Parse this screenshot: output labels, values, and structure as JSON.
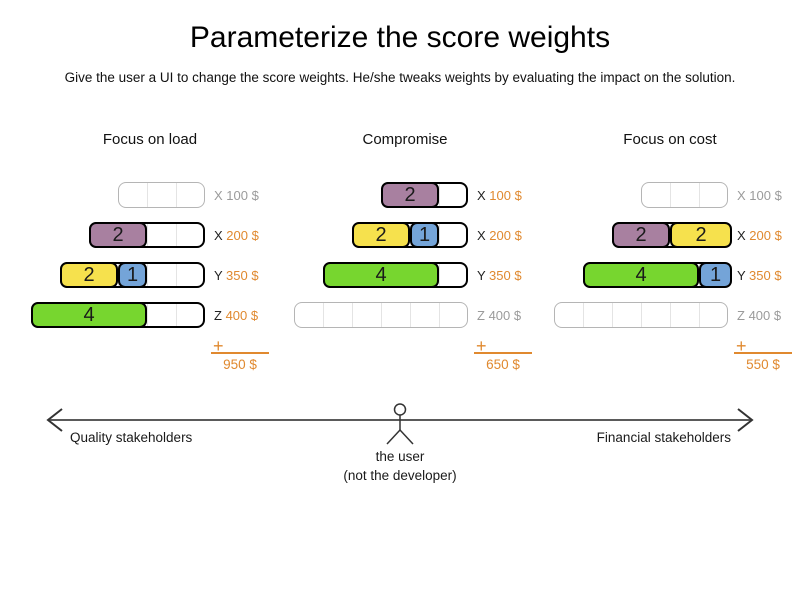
{
  "header": {
    "title": "Parameterize the score weights",
    "subtitle": "Give the user a UI to change the score weights. He/she tweaks weights by evaluating the impact on the solution."
  },
  "colors": {
    "orange": "#e0892f",
    "purple": "#a880a0",
    "yellow": "#f6e14d",
    "blue": "#74a4d8",
    "green": "#77d62f",
    "gray_text": "#9b9b9b",
    "arrow_line": "#5a5a5a",
    "figure_stroke": "#333333"
  },
  "plus_sign": "+",
  "scenarios": [
    {
      "title": "Focus on load",
      "sum": "950 $",
      "rows": [
        {
          "capacity": 3,
          "label": "X",
          "price": "100 $",
          "active": false,
          "blocks": []
        },
        {
          "capacity": 4,
          "label": "X",
          "price": "200 $",
          "active": true,
          "blocks": [
            {
              "value": "2",
              "color": "purple"
            }
          ]
        },
        {
          "capacity": 5,
          "label": "Y",
          "price": "350 $",
          "active": true,
          "blocks": [
            {
              "value": "2",
              "color": "yellow"
            },
            {
              "value": "1",
              "color": "blue"
            }
          ]
        },
        {
          "capacity": 6,
          "label": "Z",
          "price": "400 $",
          "active": true,
          "blocks": [
            {
              "value": "4",
              "color": "green"
            }
          ]
        }
      ]
    },
    {
      "title": "Compromise",
      "sum": "650 $",
      "rows": [
        {
          "capacity": 3,
          "label": "X",
          "price": "100 $",
          "active": true,
          "blocks": [
            {
              "value": "2",
              "color": "purple"
            }
          ]
        },
        {
          "capacity": 4,
          "label": "X",
          "price": "200 $",
          "active": true,
          "blocks": [
            {
              "value": "2",
              "color": "yellow"
            },
            {
              "value": "1",
              "color": "blue"
            }
          ]
        },
        {
          "capacity": 5,
          "label": "Y",
          "price": "350 $",
          "active": true,
          "blocks": [
            {
              "value": "4",
              "color": "green"
            }
          ]
        },
        {
          "capacity": 6,
          "label": "Z",
          "price": "400 $",
          "active": false,
          "blocks": []
        }
      ]
    },
    {
      "title": "Focus on cost",
      "sum": "550 $",
      "rows": [
        {
          "capacity": 3,
          "label": "X",
          "price": "100 $",
          "active": false,
          "blocks": []
        },
        {
          "capacity": 4,
          "label": "X",
          "price": "200 $",
          "active": true,
          "blocks": [
            {
              "value": "2",
              "color": "purple"
            },
            {
              "value": "2",
              "color": "yellow"
            }
          ]
        },
        {
          "capacity": 5,
          "label": "Y",
          "price": "350 $",
          "active": true,
          "blocks": [
            {
              "value": "4",
              "color": "green"
            },
            {
              "value": "1",
              "color": "blue"
            }
          ]
        },
        {
          "capacity": 6,
          "label": "Z",
          "price": "400 $",
          "active": false,
          "blocks": []
        }
      ]
    }
  ],
  "axis": {
    "left_label": "Quality stakeholders",
    "right_label": "Financial stakeholders",
    "user_label": "the user",
    "user_sublabel": "(not the developer)"
  }
}
